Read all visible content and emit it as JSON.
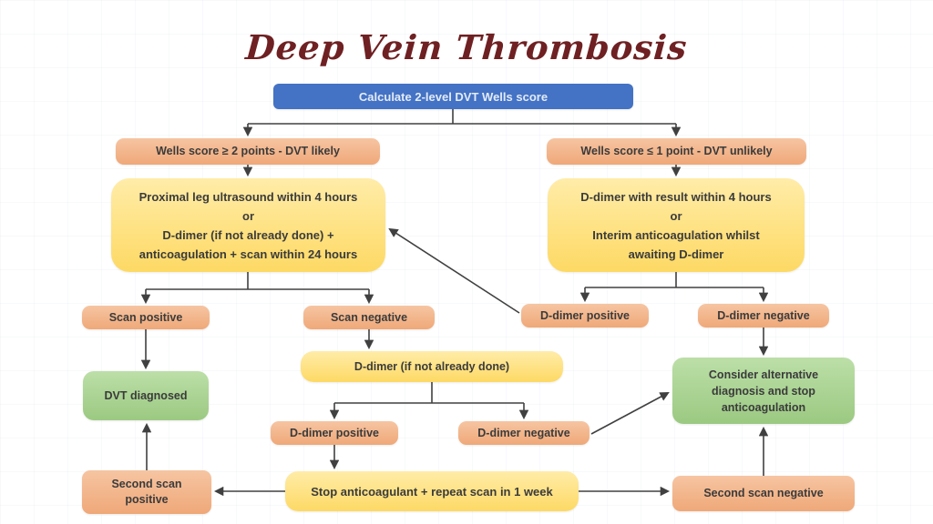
{
  "title": "Deep Vein Thrombosis",
  "colors": {
    "title": "#6f2022",
    "blue": "#4472c4",
    "blue_text": "#e3ebf8",
    "orange_top": "#f6c5a2",
    "orange_bottom": "#efa878",
    "yellow_top": "#ffeca8",
    "yellow_bottom": "#fdd964",
    "green_top": "#bcdfa8",
    "green_bottom": "#9bc981",
    "line": "#404040",
    "node_text": "#3b3b3b"
  },
  "nodes": {
    "calculate": {
      "label": "Calculate 2-level DVT Wells score"
    },
    "wells_likely": {
      "label": "Wells score ≥ 2 points - DVT likely"
    },
    "wells_unlikely": {
      "label": "Wells score ≤ 1 point - DVT unlikely"
    },
    "proximal_ultrasound": {
      "label": "Proximal leg ultrasound within 4 hours\nor\nD-dimer (if not already done) +\nanticoagulation + scan within 24 hours"
    },
    "ddimer_result": {
      "label": "D-dimer with result within 4 hours\nor\nInterim anticoagulation whilst\nawaiting D-dimer"
    },
    "scan_positive": {
      "label": "Scan positive"
    },
    "scan_negative": {
      "label": "Scan negative"
    },
    "ddimer_positive_upper": {
      "label": "D-dimer positive"
    },
    "ddimer_negative_upper": {
      "label": "D-dimer negative"
    },
    "dvt_diagnosed": {
      "label": "DVT diagnosed"
    },
    "ddimer_if_not_done": {
      "label": "D-dimer (if not already done)"
    },
    "consider_alternative": {
      "label": "Consider alternative\ndiagnosis and stop\nanticoagulation"
    },
    "ddimer_positive_lower": {
      "label": "D-dimer positive"
    },
    "ddimer_negative_lower": {
      "label": "D-dimer negative"
    },
    "second_scan_positive": {
      "label": "Second scan\npositive"
    },
    "stop_anticoagulant": {
      "label": "Stop anticoagulant + repeat scan in 1 week"
    },
    "second_scan_negative": {
      "label": "Second scan negative"
    }
  }
}
